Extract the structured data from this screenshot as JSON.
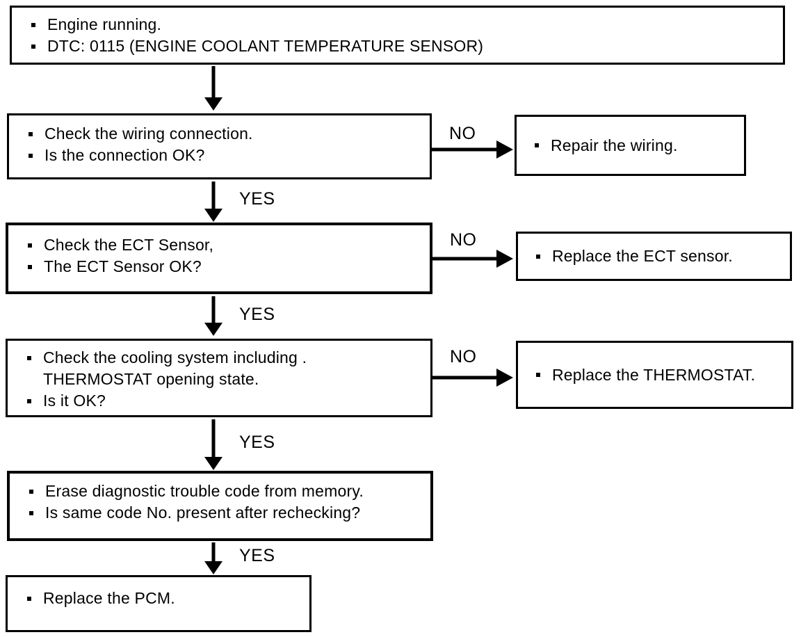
{
  "flow": {
    "start": {
      "line1": "Engine running.",
      "line2": "DTC: 0115 (ENGINE COOLANT TEMPERATURE SENSOR)"
    },
    "step1": {
      "line1": "Check the wiring connection.",
      "line2": "Is the connection OK?"
    },
    "action1": {
      "text": "Repair the wiring."
    },
    "step2": {
      "line1": "Check the ECT Sensor,",
      "line2": "The ECT Sensor OK?"
    },
    "action2": {
      "text": "Replace the ECT sensor."
    },
    "step3": {
      "line1": "Check the cooling system including .",
      "line2": "THERMOSTAT opening state.",
      "line3": "Is it OK?"
    },
    "action3": {
      "text": "Replace the THERMOSTAT."
    },
    "step4": {
      "line1": "Erase diagnostic trouble code from memory.",
      "line2": "Is same code No. present after rechecking?"
    },
    "final": {
      "text": "Replace the PCM."
    },
    "labels": {
      "yes": "YES",
      "no": "NO"
    },
    "colors": {
      "ink": "#000000",
      "background": "#ffffff"
    }
  }
}
